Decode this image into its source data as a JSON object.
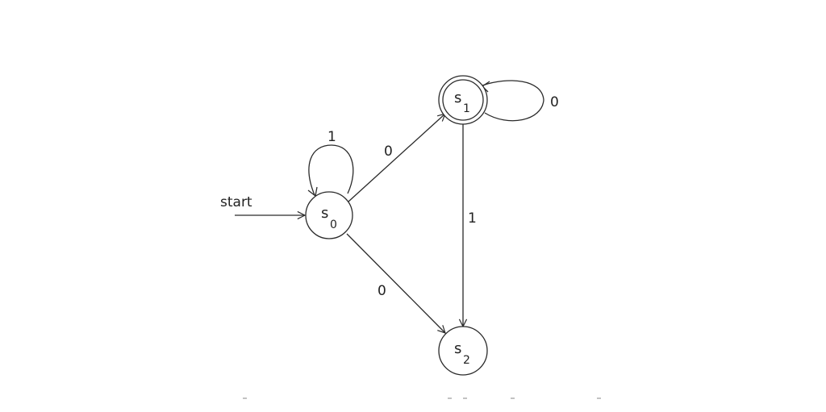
{
  "diagram": {
    "states": [
      {
        "id": "s0",
        "main": "s",
        "sub": "0",
        "accepting": false
      },
      {
        "id": "s1",
        "main": "s",
        "sub": "1",
        "accepting": true
      },
      {
        "id": "s2",
        "main": "s",
        "sub": "2",
        "accepting": false
      }
    ],
    "start_label": "start",
    "edges": [
      {
        "from": "s0",
        "to": "s0",
        "label": "1"
      },
      {
        "from": "s0",
        "to": "s1",
        "label": "0"
      },
      {
        "from": "s0",
        "to": "s2",
        "label": "0"
      },
      {
        "from": "s1",
        "to": "s1",
        "label": "0"
      },
      {
        "from": "s1",
        "to": "s2",
        "label": "1"
      }
    ]
  }
}
